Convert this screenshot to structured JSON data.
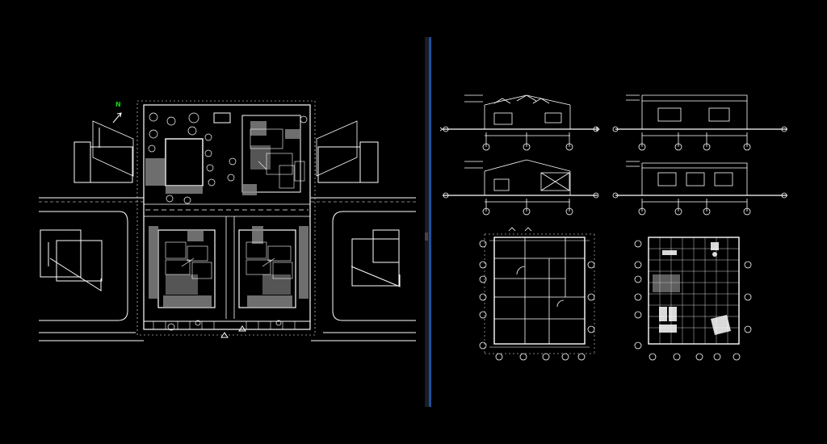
{
  "viewport": {
    "background": "#000000",
    "linework": "#ffffff"
  },
  "site_plan": {
    "north_label": "N",
    "north_color": "#19d119"
  },
  "sheet": {
    "sections": [
      "elevation-front",
      "elevation-side",
      "elevation-rear",
      "elevation-side-2"
    ],
    "plans": [
      "floor-plan-dimensions",
      "floor-plan-tiles"
    ]
  },
  "divider": {
    "accent": "#1f4f9e"
  }
}
